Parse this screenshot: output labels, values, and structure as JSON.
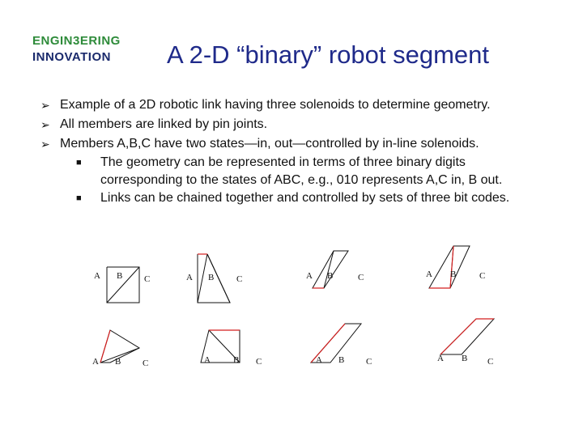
{
  "logo": {
    "line1": "ENGIN3ERING",
    "line2": "INNOVATION",
    "color_top": "#2e8b3a",
    "color_bottom": "#1a2a6c"
  },
  "title": "A 2-D “binary” robot segment",
  "bullets": [
    "Example of a 2D robotic link having three solenoids to determine geometry.",
    "All members are linked by pin joints.",
    "Members A,B,C have two states—in, out—controlled by in-line solenoids."
  ],
  "sub_bullets": [
    {
      "lines": [
        "The geometry can be represented in terms of three binary digits",
        "corresponding to the states of ABC, e.g., 010 represents A,C in, B out."
      ]
    },
    {
      "lines": [
        "Links can be chained together and controlled by sets of three bit codes."
      ]
    }
  ],
  "diagram_labels": {
    "a": "A",
    "b": "B",
    "c": "C"
  },
  "colors": {
    "title": "#1f2a8a",
    "link_black": "#111111",
    "link_red": "#d41e1e"
  }
}
